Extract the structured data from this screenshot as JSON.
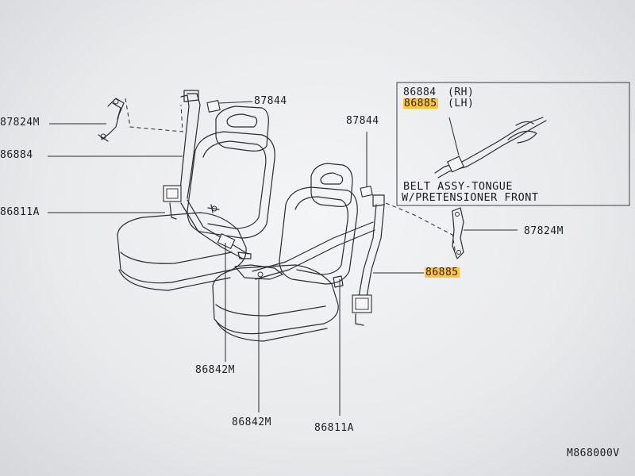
{
  "labels": {
    "p87844_top": "87844",
    "p87824m_left": "87824M",
    "p86884_left": "86884",
    "p86811a_left": "86811A",
    "p87844_mid": "87844",
    "p87824m_right": "87824M",
    "p86885_right": "86885",
    "p86842m_a": "86842M",
    "p86842m_b": "86842M",
    "p86811a_bottom": "86811A",
    "diagram_code": "M868000V"
  },
  "inset": {
    "line1_part": "86884",
    "line1_side": "(RH)",
    "line2_part": "86885",
    "line2_side": "(LH)",
    "caption_line1": "BELT ASSY-TONGUE",
    "caption_line2": "W/PRETENSIONER FRONT"
  },
  "colors": {
    "highlight": "#ffc43a",
    "line": "#2b2b33",
    "paper": "#ecedef"
  }
}
